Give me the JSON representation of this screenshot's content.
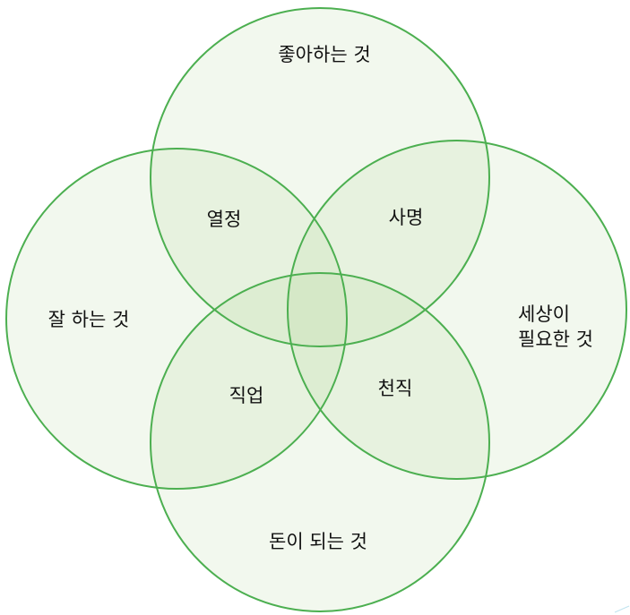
{
  "colors": {
    "circle_fill": "#a9d08e",
    "circle_stroke": "#4caf50",
    "inner_stroke": "#9fd68f",
    "text": "#111111"
  },
  "sets": {
    "top": "좋아하는 것",
    "left": "잘 하는 것",
    "right_line1": "세상이",
    "right_line2": "필요한 것",
    "bottom": "돈이 되는 것"
  },
  "overlaps": {
    "top_left": "열정",
    "top_right": "사명",
    "bottom_left": "직업",
    "bottom_right": "천직"
  }
}
